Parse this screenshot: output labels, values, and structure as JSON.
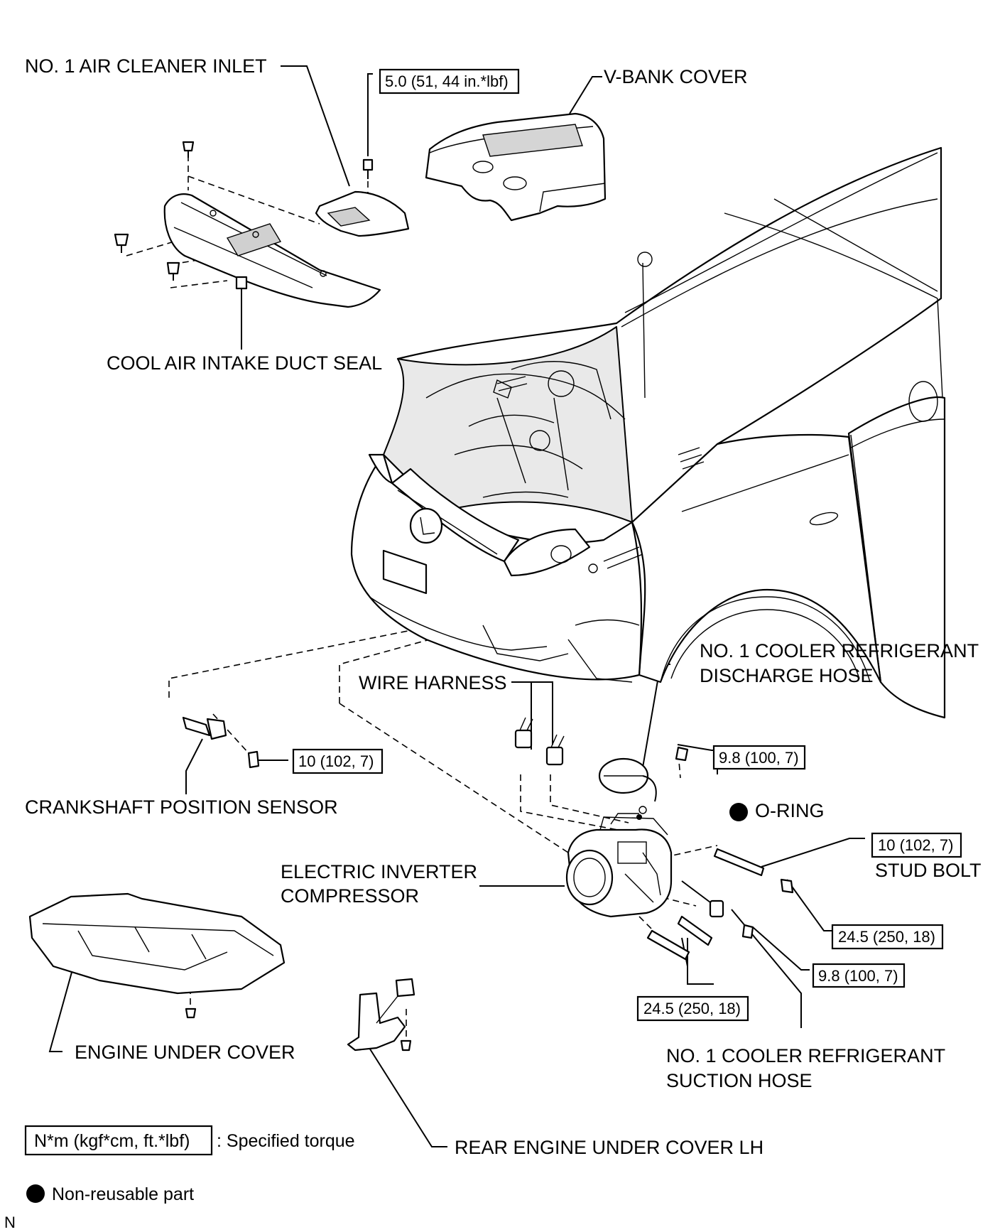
{
  "labels": {
    "air_cleaner_inlet": "NO. 1 AIR CLEANER INLET",
    "v_bank_cover": "V-BANK COVER",
    "cool_air_seal": "COOL AIR INTAKE DUCT SEAL",
    "discharge_hose_1": "NO. 1 COOLER REFRIGERANT",
    "discharge_hose_2": "DISCHARGE HOSE",
    "wire_harness": "WIRE HARNESS",
    "crankshaft_sensor": "CRANKSHAFT POSITION SENSOR",
    "o_ring": "O-RING",
    "stud_bolt": "STUD BOLT",
    "compressor_1": "ELECTRIC INVERTER",
    "compressor_2": "COMPRESSOR",
    "engine_under_cover": "ENGINE UNDER COVER",
    "suction_hose_1": "NO. 1 COOLER REFRIGERANT",
    "suction_hose_2": "SUCTION HOSE",
    "rear_under_cover": "REAR ENGINE UNDER COVER LH"
  },
  "torques": {
    "air_cleaner_bolt": "5.0 (51, 44 in.*lbf)",
    "crank_sensor_bolt": "10 (102, 7)",
    "discharge_hose_bolt": "9.8 (100, 7)",
    "stud_bolt": "10 (102, 7)",
    "nut_upper": "24.5 (250, 18)",
    "suction_hose_bolt": "9.8 (100, 7)",
    "compressor_bolts": "24.5 (250, 18)"
  },
  "legend": {
    "torque_unit": "N*m (kgf*cm, ft.*lbf)",
    "torque_desc": ": Specified torque",
    "non_reusable": "Non-reusable part"
  },
  "corner_mark": "N"
}
